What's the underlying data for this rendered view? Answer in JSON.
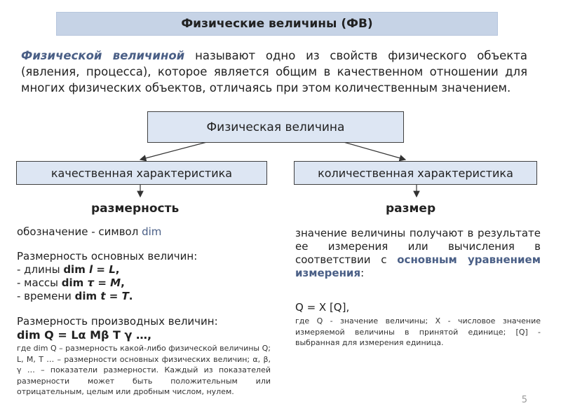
{
  "title": "Физические величины (ФВ)",
  "intro": {
    "term": "Физической величиной",
    "text": " называют одно из свойств физического объекта (явления, процесса), которое является общим в качественном отношении для многих физических объектов, отличаясь при этом количественным значением."
  },
  "diagram": {
    "main": "Физическая величина",
    "left": "качественная характеристика",
    "right": "количественная характеристика"
  },
  "left": {
    "heading": "размерность",
    "designation_label": "обозначение - символ ",
    "designation_symbol": "dim",
    "base_title": "Размерность основных величин:",
    "base_items": [
      {
        "prefix": "- длины ",
        "dim": "dim ",
        "q": "l",
        "eq": " = ",
        "r": "L",
        "end": ","
      },
      {
        "prefix": "- массы ",
        "dim": "dim ",
        "q": "τ",
        "eq": " = ",
        "r": "M",
        "end": ","
      },
      {
        "prefix": "- времени ",
        "dim": "dim ",
        "q": "t",
        "eq": " = ",
        "r": "T",
        "end": "."
      }
    ],
    "derived_title": "Размерность производных величин:",
    "derived_formula": "dim Q = Lα Mβ T γ …,",
    "explanation": "где dim Q – размерность какой-либо физической величины Q; L, M, T … – размерности основных физических величин; α, β, γ … – показатели размерности. Каждый из показателей размерности может быть положительным или отрицательным, целым или дробным числом, нулем."
  },
  "right": {
    "heading": "размер",
    "text_start": "значение величины получают в результате ее измерения или вычисления в соответствии с ",
    "text_accent": "основным уравнением измерения",
    "text_end": ":",
    "formula": "Q = X [Q],",
    "explanation": "где Q - значение величины; X - числовое значение измеряемой величины в принятой единице; [Q] - выбранная для измерения единица."
  },
  "page_number": "5"
}
